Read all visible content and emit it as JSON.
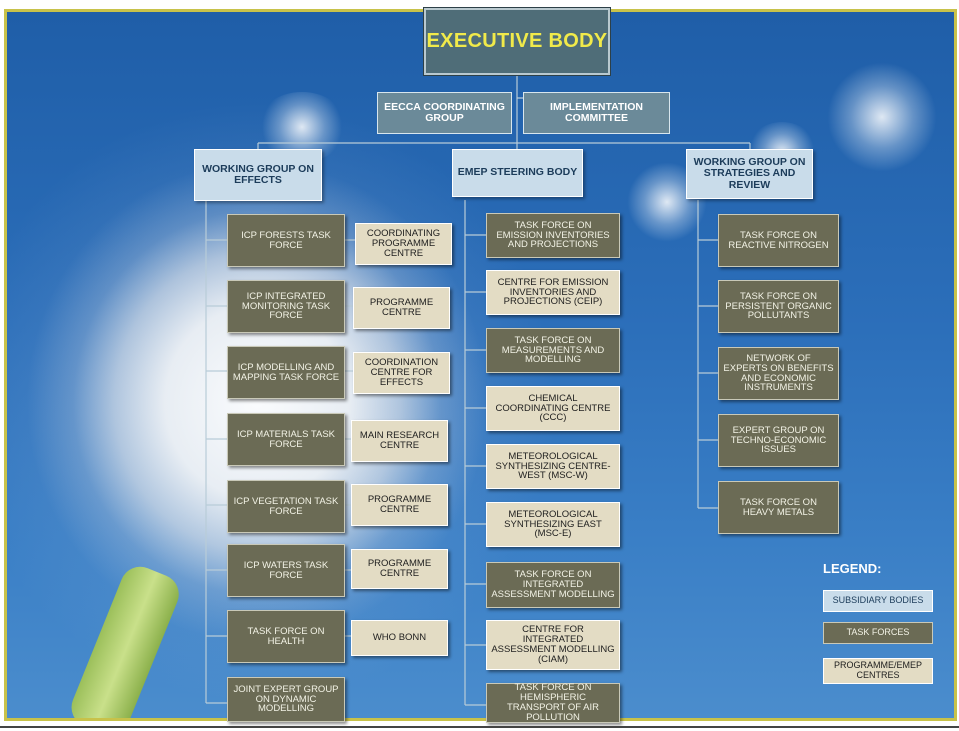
{
  "executive_body": "EXECUTIVE BODY",
  "top_row": {
    "eecca": "EECCA COORDINATING GROUP",
    "implementation": "IMPLEMENTATION COMMITTEE"
  },
  "subsidiary_bodies": {
    "wge": "WORKING GROUP ON EFFECTS",
    "emep": "EMEP STEERING BODY",
    "wgsr": "WORKING GROUP ON STRATEGIES AND REVIEW"
  },
  "effects_task_forces": [
    "ICP FORESTS TASK FORCE",
    "ICP INTEGRATED MONITORING TASK FORCE",
    "ICP MODELLING AND MAPPING TASK FORCE",
    "ICP MATERIALS TASK FORCE",
    "ICP VEGETATION TASK FORCE",
    "ICP WATERS TASK FORCE",
    "TASK FORCE ON HEALTH",
    "JOINT EXPERT GROUP ON DYNAMIC MODELLING"
  ],
  "effects_centres": [
    "COORDINATING PROGRAMME CENTRE",
    "PROGRAMME CENTRE",
    "COORDINATION CENTRE FOR EFFECTS",
    "MAIN RESEARCH CENTRE",
    "PROGRAMME CENTRE",
    "PROGRAMME CENTRE",
    "WHO BONN"
  ],
  "emep_items": [
    "TASK FORCE ON EMISSION INVENTORIES AND PROJECTIONS",
    "CENTRE FOR EMISSION INVENTORIES AND PROJECTIONS (CEIP)",
    "TASK FORCE ON MEASUREMENTS AND MODELLING",
    "CHEMICAL COORDINATING CENTRE (CCC)",
    "METEOROLOGICAL SYNTHESIZING CENTRE-WEST (MSC-W)",
    "METEOROLOGICAL SYNTHESIZING EAST (MSC-E)",
    "TASK FORCE ON INTEGRATED ASSESSMENT MODELLING",
    "CENTRE FOR INTEGRATED ASSESSMENT MODELLING (CIAM)",
    "TASK FORCE ON HEMISPHERIC TRANSPORT OF AIR POLLUTION"
  ],
  "wgsr_items": [
    "TASK FORCE ON REACTIVE NITROGEN",
    "TASK FORCE ON PERSISTENT ORGANIC POLLUTANTS",
    "NETWORK OF EXPERTS ON BENEFITS AND ECONOMIC INSTRUMENTS",
    "EXPERT GROUP ON TECHNO-ECONOMIC ISSUES",
    "TASK FORCE ON HEAVY METALS"
  ],
  "legend": {
    "title": "LEGEND:",
    "subsidiary": "SUBSIDIARY BODIES",
    "task_forces": "TASK FORCES",
    "centres": "PROGRAMME/EMEP CENTRES"
  },
  "colors": {
    "task_force": "#6b6b55",
    "centre": "#e3dcc4",
    "subsidiary": "#c9dcea",
    "executive_text": "#f1ea4a",
    "frame": "#c8c24a"
  }
}
